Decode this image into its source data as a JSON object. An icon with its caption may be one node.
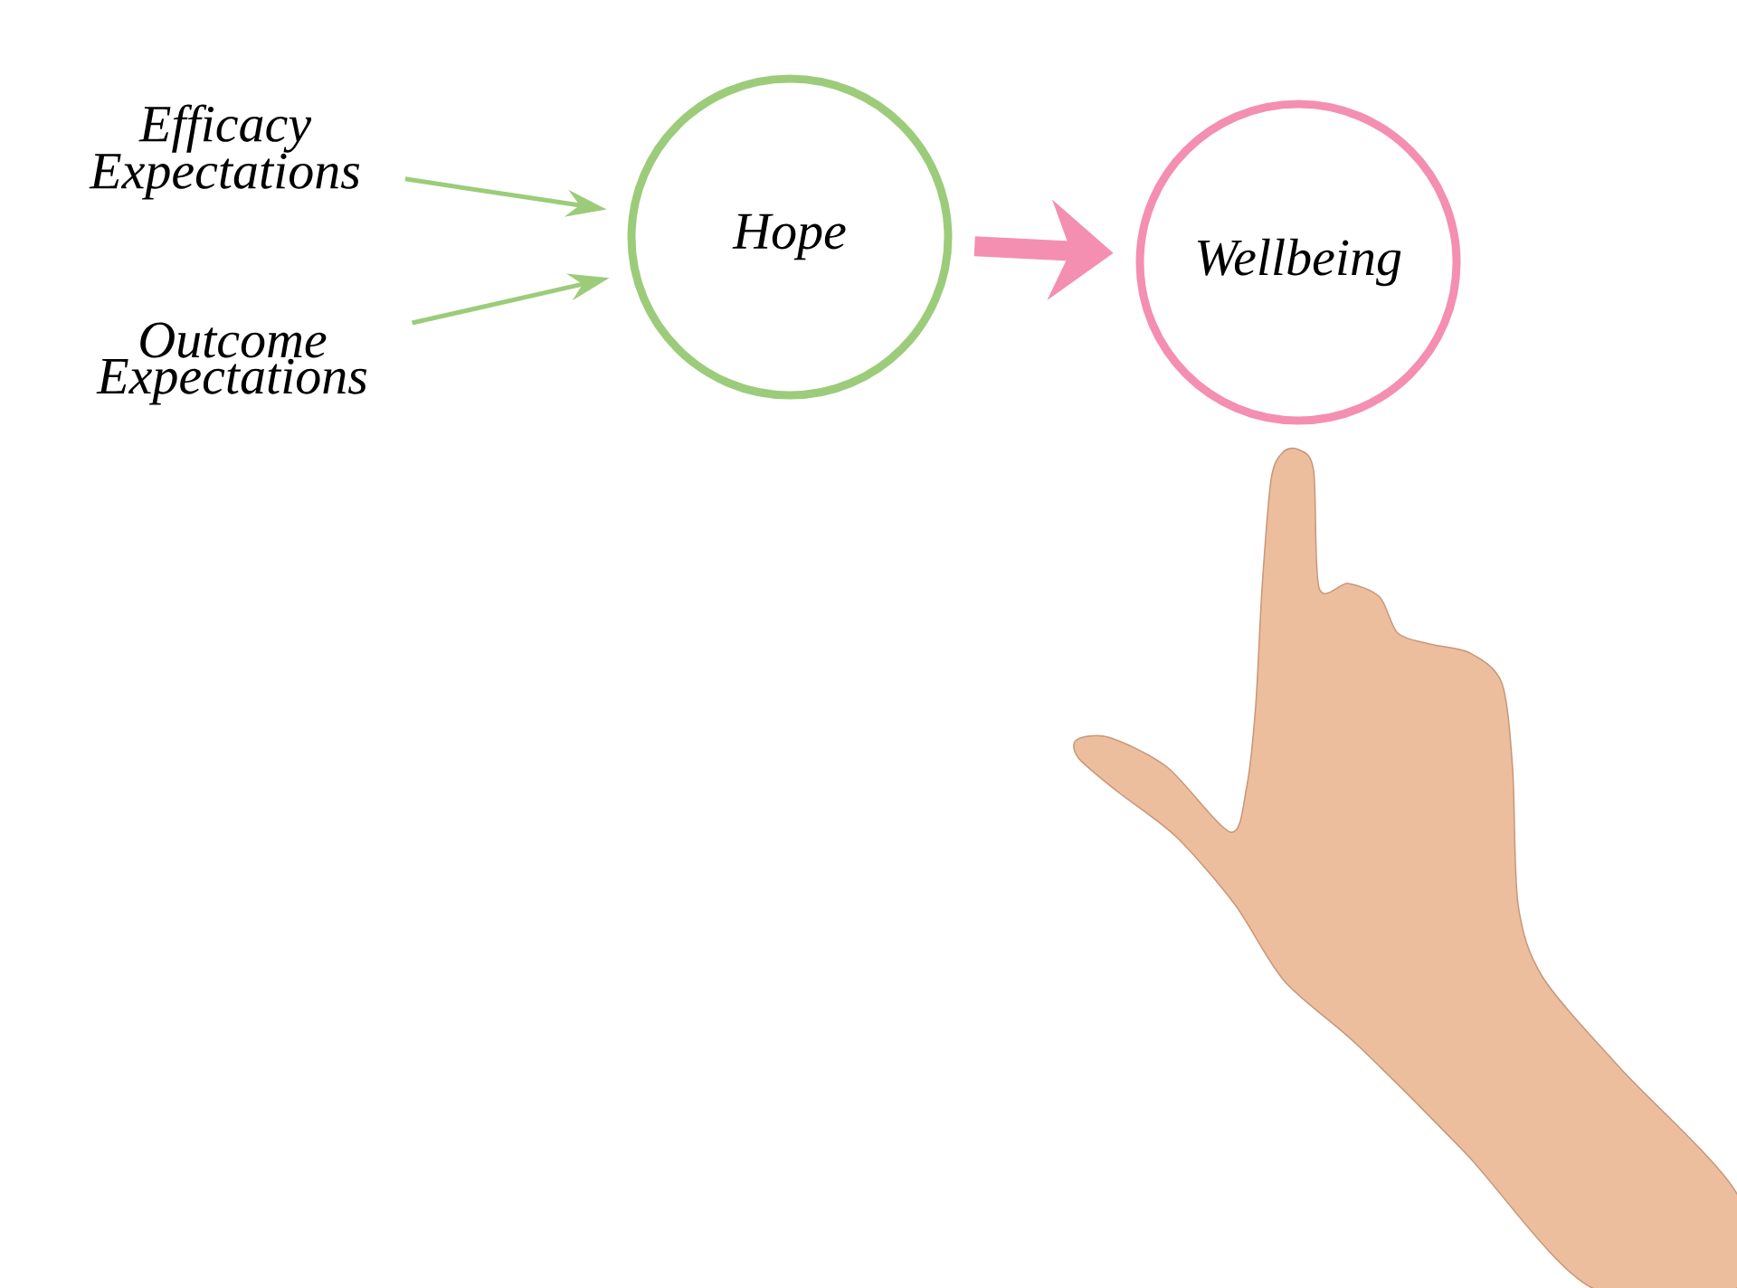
{
  "diagram": {
    "nodes": [
      {
        "text": [
          "Efficacy Expectations"
        ]
      },
      {
        "text": [
          "Outcome Expectations"
        ]
      },
      {
        "text": [
          "Hope"
        ]
      },
      {
        "text": [
          "Wellbeing"
        ]
      }
    ],
    "edges": [
      {
        "from": 0,
        "to": 2,
        "arrow": "to"
      },
      {
        "from": 1,
        "to": 2,
        "arrow": "to"
      },
      {
        "from": 2,
        "to": 3,
        "arrow": "to",
        "style": "thick",
        "color": "#f48fb1"
      }
    ]
  }
}
